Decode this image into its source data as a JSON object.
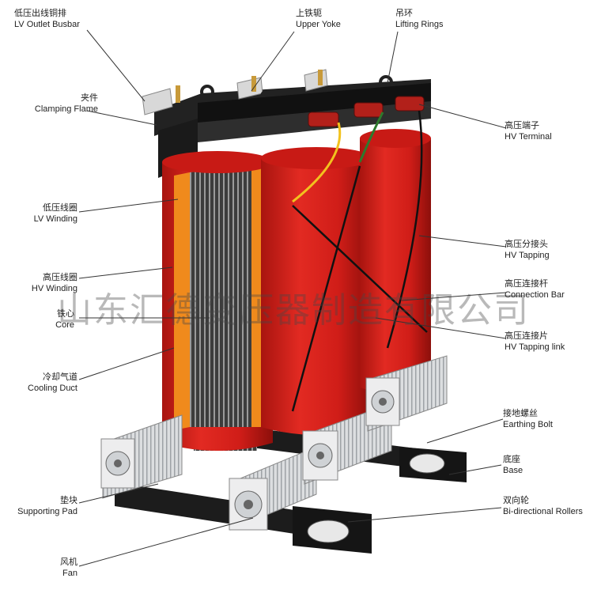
{
  "labels": {
    "lv_outlet_busbar": {
      "cn": "低压出线铜排",
      "en": "LV Outlet Busbar"
    },
    "upper_yoke": {
      "cn": "上铁轭",
      "en": "Upper Yoke"
    },
    "lifting_rings": {
      "cn": "吊环",
      "en": "Lifting Rings"
    },
    "clamping_flame": {
      "cn": "夹件",
      "en": "Clamping Flame"
    },
    "hv_terminal": {
      "cn": "高压端子",
      "en": "HV Terminal"
    },
    "lv_winding": {
      "cn": "低压线圈",
      "en": "LV Winding"
    },
    "hv_tapping": {
      "cn": "高压分接头",
      "en": "HV Tapping"
    },
    "hv_winding": {
      "cn": "高压线圈",
      "en": "HV Winding"
    },
    "connection_bar": {
      "cn": "高压连接杆",
      "en": "Connection Bar"
    },
    "core": {
      "cn": "铁心",
      "en": "Core"
    },
    "hv_tapping_link": {
      "cn": "高压连接片",
      "en": "HV Tapping link"
    },
    "cooling_duct": {
      "cn": "冷却气道",
      "en": "Cooling Duct"
    },
    "earthing_bolt": {
      "cn": "接地螺丝",
      "en": "Earthing Bolt"
    },
    "base": {
      "cn": "底座",
      "en": "Base"
    },
    "supporting_pad": {
      "cn": "垫块",
      "en": "Supporting Pad"
    },
    "bidirectional_rollers": {
      "cn": "双向轮",
      "en": "Bi-directional Rollers"
    },
    "fan": {
      "cn": "风机",
      "en": "Fan"
    }
  },
  "watermark": "山东汇德变压器制造有限公司",
  "colors": {
    "coil_red": "#d8201c",
    "coil_dark": "#a8140f",
    "steel_black": "#222222",
    "fan_silver": "#d8dadc",
    "leader_line": "#333333"
  }
}
